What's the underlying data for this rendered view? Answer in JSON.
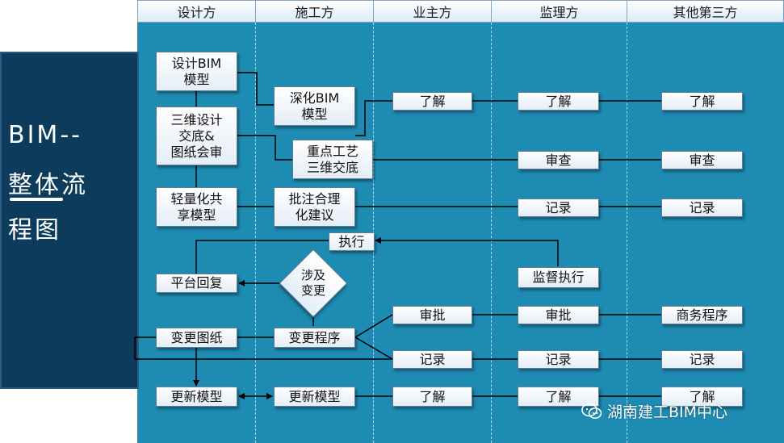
{
  "columns": [
    "设计方",
    "施工方",
    "业主方",
    "监理方",
    "其他第三方"
  ],
  "sidebar": {
    "line1": "BIM--",
    "line2": "整体流",
    "line3": "程图"
  },
  "nodes": {
    "design_model": "设计BIM\n模型",
    "deep_model": "深化BIM\n模型",
    "owner_learn1": "了解",
    "sup_learn1": "了解",
    "third_learn1": "了解",
    "design_review": "三维设计\n交底&\n图纸会审",
    "key_process": "重点工艺\n三维交底",
    "sup_check": "审查",
    "third_check": "审查",
    "light_model": "轻量化共\n享模型",
    "annotate": "批注合理\n化建议",
    "sup_record1": "记录",
    "third_record1": "记录",
    "execute": "执行",
    "supervise": "监督执行",
    "platform_reply": "平台回复",
    "involve_change": "涉及\n变更",
    "owner_approve": "审批",
    "sup_approve": "审批",
    "third_business": "商务程序",
    "change_drawing": "变更图纸",
    "change_process": "变更程序",
    "owner_record": "记录",
    "sup_record2": "记录",
    "third_record2": "记录",
    "update_model_design": "更新模型",
    "update_model_build": "更新模型",
    "owner_learn2": "了解",
    "sup_learn2": "了解",
    "third_learn2": "了解"
  },
  "watermark": {
    "text": "湖南建工BIM中心",
    "icon": "wechat-icon"
  }
}
